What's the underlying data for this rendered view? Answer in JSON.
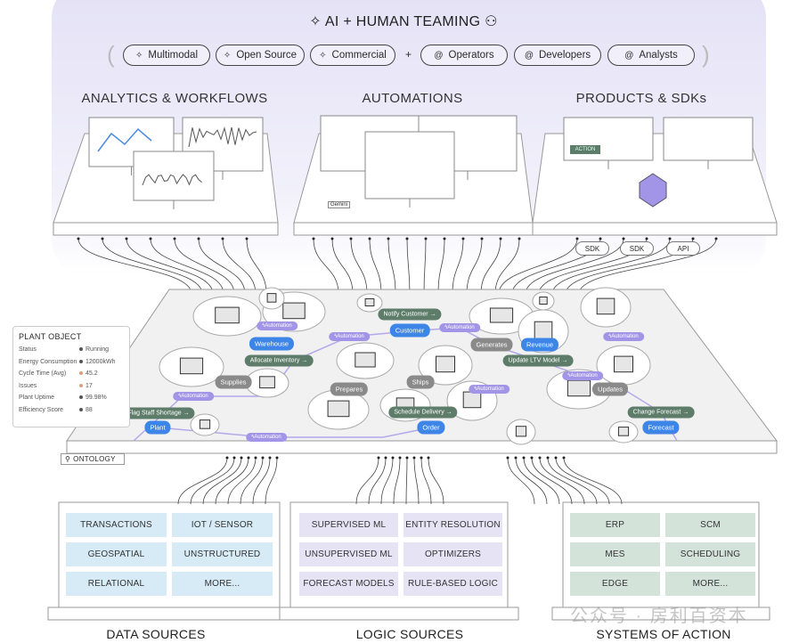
{
  "header": {
    "title": "AI + HUMAN TEAMING",
    "title_icon": "sparkle-icon",
    "title_trailing_icon": "people-icon",
    "models": [
      {
        "label": "Multimodal",
        "icon": "sparkle-icon"
      },
      {
        "label": "Open Source",
        "icon": "sparkle-icon"
      },
      {
        "label": "Commercial",
        "icon": "sparkle-icon"
      }
    ],
    "plus": "+",
    "humans": [
      {
        "label": "Operators",
        "icon": "at-icon"
      },
      {
        "label": "Developers",
        "icon": "at-icon"
      },
      {
        "label": "Analysts",
        "icon": "at-icon"
      }
    ]
  },
  "sections": {
    "analytics": "ANALYTICS & WORKFLOWS",
    "automations": "AUTOMATIONS",
    "products": "PRODUCTS & SDKs"
  },
  "automations_panel": {
    "gemini_label": "Gemini"
  },
  "products_panel": {
    "action_label": "ACTION",
    "connectors": [
      "SDK",
      "SDK",
      "API"
    ]
  },
  "plant_object": {
    "title": "PLANT OBJECT",
    "rows": [
      {
        "label": "Status",
        "value": "Running",
        "color": "#555555"
      },
      {
        "label": "Energy Consumption",
        "value": "12000kWh",
        "color": "#555555"
      },
      {
        "label": "Cycle Time (Avg)",
        "value": "45.2",
        "color": "#d9a07a"
      },
      {
        "label": "Issues",
        "value": "17",
        "color": "#d9a07a"
      },
      {
        "label": "Plant Uptime",
        "value": "99.98%",
        "color": "#555555"
      },
      {
        "label": "Efficiency Score",
        "value": "88",
        "color": "#555555"
      }
    ]
  },
  "ontology": {
    "label": "ONTOLOGY",
    "objects": [
      "Warehouse",
      "Customer",
      "Revenue",
      "Plant",
      "Order",
      "Forecast"
    ],
    "actions": [
      "Notify Customer →",
      "Allocate Inventory →",
      "Update LTV Model →",
      "Flag Staff Shortage →",
      "Schedule Delivery →",
      "Change Forecast →"
    ],
    "links": [
      "Supplies",
      "Prepares",
      "Ships",
      "Generates",
      "Updates"
    ],
    "automation_label": "Automation"
  },
  "data_sources": {
    "label": "DATA SOURCES",
    "items": [
      "TRANSACTIONS",
      "IOT / SENSOR",
      "GEOSPATIAL",
      "UNSTRUCTURED",
      "RELATIONAL",
      "MORE..."
    ]
  },
  "logic_sources": {
    "label": "LOGIC SOURCES",
    "items": [
      "SUPERVISED ML",
      "ENTITY RESOLUTION",
      "UNSUPERVISED ML",
      "OPTIMIZERS",
      "FORECAST MODELS",
      "RULE-BASED LOGIC"
    ]
  },
  "systems_of_action": {
    "label": "SYSTEMS OF ACTION",
    "items": [
      "ERP",
      "SCM",
      "MES",
      "SCHEDULING",
      "EDGE",
      "MORE..."
    ]
  },
  "watermark": "公众号 · 房利百资本",
  "colors": {
    "object": "#3d86e8",
    "action": "#5d7c69",
    "link": "#8a8a8a",
    "automation": "#a294e6",
    "data": "#d7ebf7",
    "logic": "#e6e3f5",
    "systems": "#d4e3da"
  }
}
